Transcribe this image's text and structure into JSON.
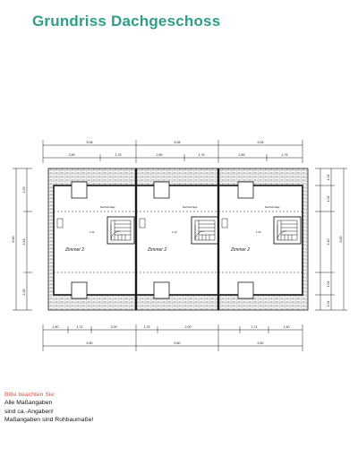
{
  "title": "Grundriss Dachgeschoss",
  "colors": {
    "accent": "#2e9e8a",
    "note_heading": "#e0533a",
    "line": "#1a1a1a"
  },
  "rooms": [
    {
      "label": "Zimmer 2",
      "slope_label": "Dachschräge",
      "window": "1,00"
    },
    {
      "label": "Zimmer 2",
      "slope_label": "Dachschräge",
      "window": "1,00"
    },
    {
      "label": "Zimmer 2",
      "slope_label": "Dachschräge",
      "window": "1,00"
    }
  ],
  "dims": {
    "top_row1": [
      "5,08",
      "5,08",
      "5,08"
    ],
    "top_row2": [
      "2,89",
      "1,76",
      "2,89",
      "1,76",
      "2,89",
      "1,76"
    ],
    "bottom_row1": [
      "1,50",
      "1,74",
      "2,00",
      "1,76",
      "2,00",
      "1,74",
      "1,50"
    ],
    "bottom_row2": [
      "5,60",
      "5,60",
      "5,60"
    ],
    "left": [
      "2,25",
      "3,48",
      "2,25"
    ],
    "left_total": "8,60",
    "right": [
      "1,01",
      "1,01",
      "2,40",
      "1,01",
      "1,01"
    ],
    "right_total": "8,60"
  },
  "notes": {
    "heading": "Bitte beachten Sie:",
    "lines": [
      "Alle Maßangaben",
      "sind ca.-Angaben!",
      "Maßangaben sind Rohbaumaße!"
    ]
  }
}
